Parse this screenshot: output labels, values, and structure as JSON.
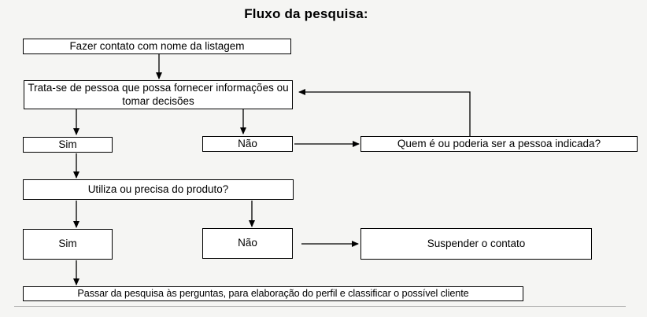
{
  "page": {
    "background_color": "#f5f5f3",
    "box_fill_color": "#ffffff",
    "box_border_color": "#000000",
    "arrow_color": "#000000"
  },
  "diagram": {
    "title": "Fluxo da pesquisa:",
    "nodes": [
      {
        "id": "contato",
        "label": "Fazer contato com nome da listagem"
      },
      {
        "id": "fornecer",
        "label": "Trata-se de pessoa que possa fornecer informações ou tomar decisões"
      },
      {
        "id": "sim1",
        "label": "Sim"
      },
      {
        "id": "nao1",
        "label": "Não"
      },
      {
        "id": "quem",
        "label": "Quem é ou poderia ser a pessoa indicada?"
      },
      {
        "id": "utiliza",
        "label": "Utiliza ou precisa do produto?"
      },
      {
        "id": "sim2",
        "label": "Sim"
      },
      {
        "id": "nao2",
        "label": "Não"
      },
      {
        "id": "suspender",
        "label": "Suspender o contato"
      },
      {
        "id": "passar",
        "label": "Passar da pesquisa às perguntas, para elaboração do perfil e classificar o possível cliente"
      }
    ],
    "edges": [
      {
        "from": "contato",
        "to": "fornecer"
      },
      {
        "from": "fornecer",
        "to": "sim1"
      },
      {
        "from": "fornecer",
        "to": "nao1"
      },
      {
        "from": "nao1",
        "to": "quem"
      },
      {
        "from": "quem",
        "to": "fornecer",
        "note": "feedback loop"
      },
      {
        "from": "sim1",
        "to": "utiliza"
      },
      {
        "from": "utiliza",
        "to": "sim2"
      },
      {
        "from": "utiliza",
        "to": "nao2"
      },
      {
        "from": "nao2",
        "to": "suspender"
      },
      {
        "from": "sim2",
        "to": "passar"
      }
    ]
  }
}
